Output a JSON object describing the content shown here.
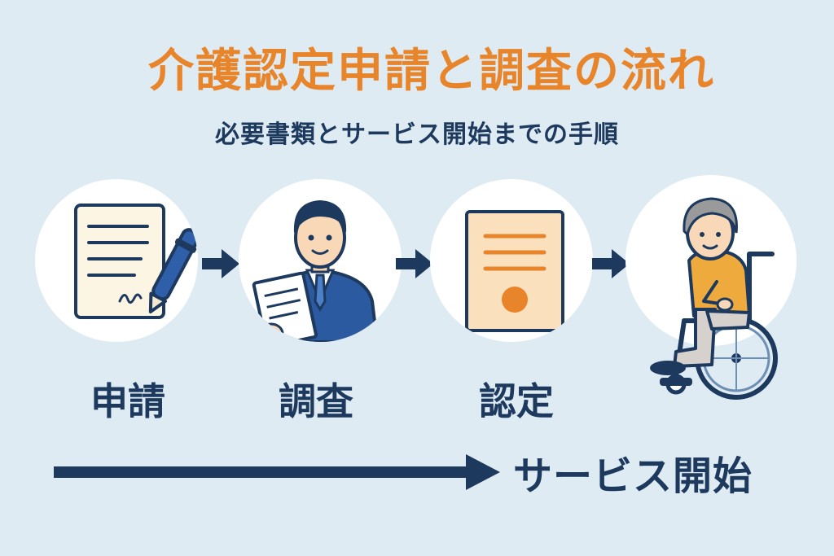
{
  "header": {
    "title": "介護認定申請と調査の流れ",
    "subtitle": "必要書類とサービス開始までの手順"
  },
  "steps": [
    {
      "label": "申請",
      "icon": "application-form-pen-icon"
    },
    {
      "label": "調査",
      "icon": "investigator-with-document-icon"
    },
    {
      "label": "認定",
      "icon": "certificate-icon"
    },
    {
      "label": "",
      "icon": "elderly-person-wheelchair-icon"
    }
  ],
  "timeline": {
    "label": "サービス開始"
  },
  "colors": {
    "background": "#deebf2",
    "title": "#e8842a",
    "navy": "#1d3a5e",
    "circle": "#ffffff"
  }
}
